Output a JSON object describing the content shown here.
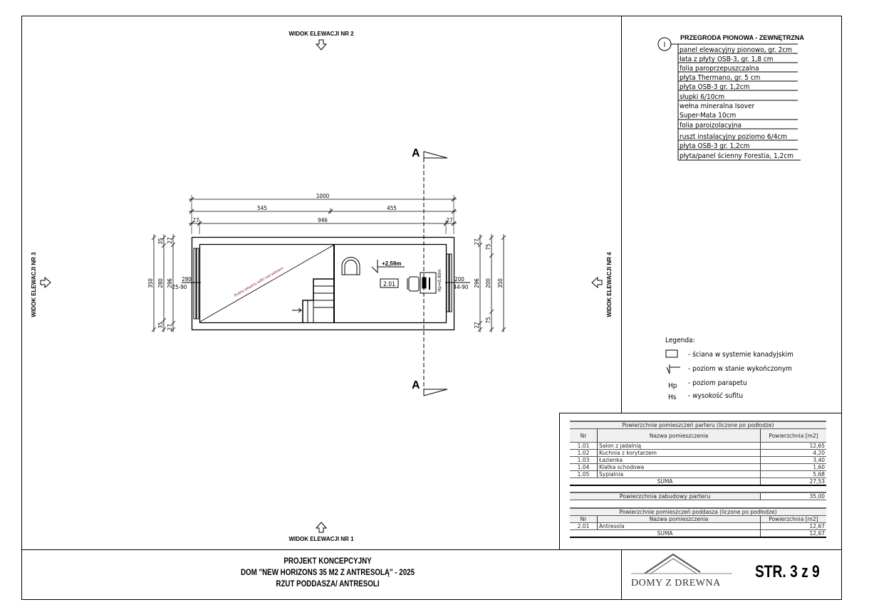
{
  "elevations": {
    "nr1": "WIDOK ELEWACJI NR 1",
    "nr2": "WIDOK ELEWACJI NR 2",
    "nr3": "WIDOK ELEWACJI NR 3",
    "nr4": "WIDOK ELEWACJI NR 4"
  },
  "section_mark": "A",
  "dimensions": {
    "top_total": "1000",
    "top_a": "545",
    "top_b": "455",
    "top_c1": "27",
    "top_c2": "946",
    "top_c3": "27",
    "left_total": "350",
    "left_a1": "35",
    "left_a2": "280",
    "left_a3": "35",
    "left_b1": "27",
    "left_b2": "296",
    "left_b3": "27",
    "right_a1": "27",
    "right_a2": "296",
    "right_a3": "27",
    "right_b1": "75",
    "right_b2": "200",
    "right_b3": "75",
    "right_total": "350",
    "window_left_w": "280",
    "window_left_h": "25-90",
    "window_right_w": "200",
    "window_right_h": "44-90"
  },
  "plan": {
    "void_note": "Pustka (otwarty sufit) nad salonem",
    "level": "+2,59m",
    "room": "2.01",
    "sill": "Hp=0,00m"
  },
  "wall_spec": {
    "marker": "I",
    "title": "PRZEGRODA PIONOWA - ZEWNĘTRZNA",
    "layers": [
      "panel elewacyjny pionowo, gr. 2cm",
      "łata z płyty OSB-3, gr. 1,8 cm",
      "folia paroprzepuszczalna",
      "płyta Thermano, gr. 5 cm",
      "płyta OSB-3 gr. 1,2cm",
      "słupki 6/10cm",
      "wełna mineralna Isover",
      "Super-Mata 10cm",
      "folia paroizolacyjna",
      "ruszt instalacyjny poziomo 6/4cm",
      "płyta OSB-3 gr. 1,2cm",
      "płyta/panel ścienny Forestia, 1,2cm"
    ]
  },
  "legend": {
    "title": "Legenda:",
    "items": [
      {
        "symbol": "",
        "text": "- ściana w systemie kanadyjskim"
      },
      {
        "symbol": "",
        "text": "- poziom w stanie wykończonym"
      },
      {
        "symbol": "Hp",
        "text": "- poziom parapetu"
      },
      {
        "symbol": "Hs",
        "text": "- wysokość sufitu"
      }
    ]
  },
  "ground_floor_table": {
    "title": "Powierzchnie pomieszczeń parteru (liczone po podłodze)",
    "headers": [
      "Nr",
      "Nazwa pomieszczenia",
      "Powierzchnia [m2]"
    ],
    "rows": [
      [
        "1.01",
        "Salon z jadalnią",
        "12,65"
      ],
      [
        "1.02",
        "Kuchnia z korytarzem",
        "4,20"
      ],
      [
        "1.03",
        "Łazienka",
        "3,40"
      ],
      [
        "1.04",
        "Klatka schodowa",
        "1,60"
      ],
      [
        "1.05",
        "Sypialnia",
        "5,68"
      ]
    ],
    "sum_label": "SUMA",
    "sum": "27,53"
  },
  "built_area": {
    "label": "Powierzchnia zabudowy parteru",
    "value": "35,00"
  },
  "attic_table": {
    "title": "Powierzchnie pomieszczeń poddasza (liczone po podłodze)",
    "headers": [
      "Nr",
      "Nazwa pomieszczenia",
      "Powierzchnia [m2]"
    ],
    "rows": [
      [
        "2.01",
        "Antresola",
        "12,67"
      ]
    ],
    "sum_label": "SUMA",
    "sum": "12,67"
  },
  "title_block": {
    "line1": "PROJEKT KONCEPCYJNY",
    "line2": "DOM \"NEW HORIZONS 35 M2 Z ANTRESOLĄ\" - 2025",
    "line3": "RZUT PODDASZA/ ANTRESOLI",
    "logo": "DOMY Z DREWNA",
    "page": "STR. 3 z 9"
  }
}
